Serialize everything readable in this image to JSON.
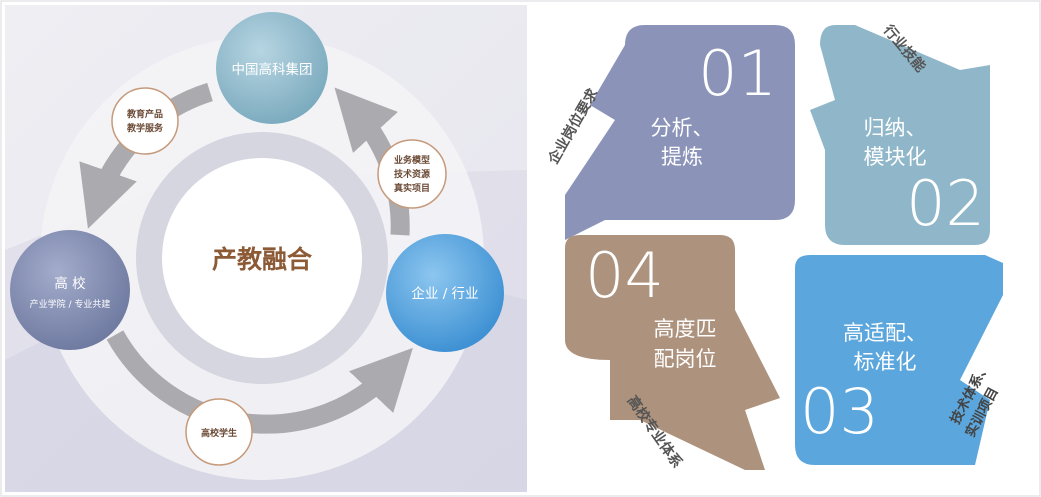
{
  "left": {
    "center": "产教融合",
    "top_node": "中国高科集团",
    "right_node": "企业 / 行业",
    "left_node_title": "高 校",
    "left_node_sub": "产业学院 / 专业共建",
    "bubble_left_1": "教育产品",
    "bubble_left_2": "教学服务",
    "bubble_right_1": "业务模型",
    "bubble_right_2": "技术资源",
    "bubble_right_3": "真实项目",
    "bubble_bottom": "高校学生"
  },
  "right": {
    "q1_num": "01",
    "q1_line1": "分析、",
    "q1_line2": "提炼",
    "q1_side": "企业岗位要求",
    "q2_num": "02",
    "q2_line1": "归纳、",
    "q2_line2": "模块化",
    "q2_side": "行业技能",
    "q3_num": "03",
    "q3_line1": "高适配、",
    "q3_line2": "标准化",
    "q3_side_1": "技术体系、",
    "q3_side_2": "实训项目",
    "q4_num": "04",
    "q4_line1": "高度匹",
    "q4_line2": "配岗位",
    "q4_side": "高校专业体系"
  },
  "colors": {
    "q1": "#8b93b9",
    "q2": "#8fb7c9",
    "q3": "#5ba6dc",
    "q4": "#ad927d",
    "top_node": "#86b2c4",
    "right_node": "#4a9ad8",
    "left_node": "#7a85ad",
    "center_text": "#8c5a35"
  }
}
